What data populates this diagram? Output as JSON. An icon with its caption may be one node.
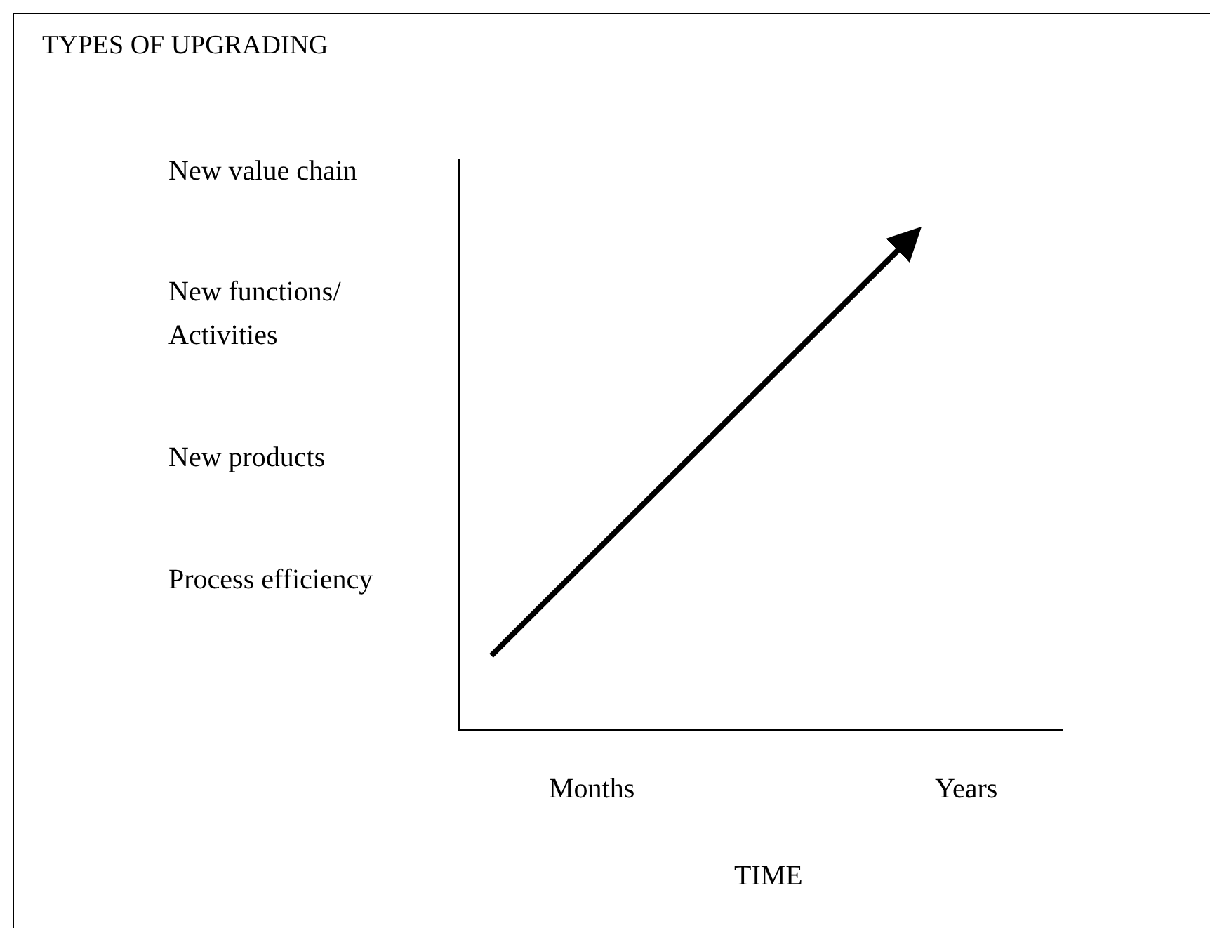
{
  "diagram": {
    "title": "TYPES OF UPGRADING",
    "labels": [
      "New value chain",
      "New functions/ Activities",
      "New products",
      "Process efficiency",
      "Months",
      "Years",
      "TIME"
    ]
  }
}
